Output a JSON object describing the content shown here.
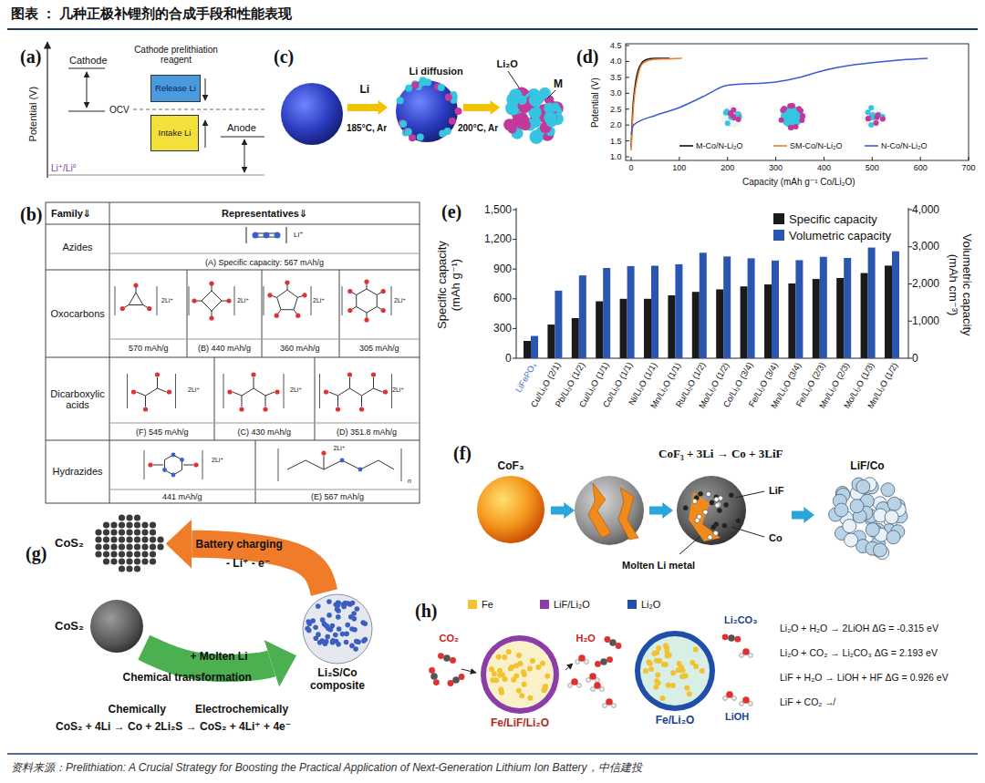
{
  "diagram": {
    "title": "图表 ： 几种正极补锂剂的合成手段和性能表现",
    "caption": "资料来源：Prelithiation: A Crucial Strategy for Boosting the Practical Application of Next-Generation Lithium Ion Battery，中信建投",
    "nodes": [
      {
        "text": [
          "Release Li"
        ]
      },
      {
        "text": [
          "Intake Li"
        ]
      },
      {
        "text": [
          "CoF₃"
        ]
      },
      {
        "text": [
          "LiF/Co"
        ]
      },
      {
        "text": [
          "CoS₂"
        ]
      },
      {
        "text": [
          "CoS₂"
        ]
      },
      {
        "text": [
          "Li₂S/Co composite"
        ]
      },
      {
        "text": [
          "Fe/LiF/Li₂O"
        ]
      },
      {
        "text": [
          "Fe/Li₂O"
        ]
      }
    ],
    "edges": [
      {
        "from": 5,
        "to": 6,
        "arrow": "to"
      },
      {
        "from": 6,
        "to": 4,
        "arrow": "to"
      }
    ],
    "labels": [
      "(a)",
      "Potential (V)",
      "Cathode",
      "Cathode prelithiation reagent",
      "OCV",
      "Anode",
      "Li⁺/Li⁰",
      "(b)",
      "Family⇓",
      "Representatives⇓",
      "Azides",
      "Li⁺",
      "(A) Specific capacity: 567 mAh/g",
      "Oxocarbons",
      "2Li⁺",
      "2Li⁺",
      "2Li⁺",
      "2Li⁺",
      "570 mAh/g",
      "(B) 440 mAh/g",
      "360 mAh/g",
      "305 mAh/g",
      "Dicarboxylic acids",
      "2Li⁺",
      "2Li⁺",
      "2Li⁺",
      "(F) 545 mAh/g",
      "(C) 430 mAh/g",
      "(D) 351.8 mAh/g",
      "Hydrazides",
      "2Li⁺",
      "2Li⁺",
      "441 mAh/g",
      "(E) 567 mAh/g",
      "n",
      "(c)",
      "Li",
      "Li diffusion",
      "185°C, Ar",
      "200°C, Ar",
      "Li₂O",
      "M",
      "(d)",
      "Potential (V)",
      "4.5",
      "4.0",
      "3.5",
      "3.0",
      "2.5",
      "2.0",
      "1.5",
      "1.0",
      "0",
      "100",
      "200",
      "300",
      "400",
      "500",
      "600",
      "700",
      "Capacity (mAh g⁻¹ Co/Li₂O)",
      "(e)",
      "Specific capacity (mAh g⁻¹)",
      "Volumetric capacity (mAh cm⁻³)",
      "1,500",
      "1,200",
      "900",
      "600",
      "300",
      "0",
      "4,000",
      "3,000",
      "2,000",
      "1,000",
      "0",
      "LiFePO₄",
      "Cu/Li₂O (2/1)",
      "Pb/Li₂O (1/2)",
      "Cu/Li₂O (1/1)",
      "Co/Li₂O (1/1)",
      "Ni/Li₂O (1/1)",
      "Mn/Li₂O (1/1)",
      "Ru/Li₂O (1/2)",
      "Mo/Li₂O (1/2)",
      "Co/Li₂O (3/4)",
      "Fe/Li₂O (3/4)",
      "Mn/Li₂O (3/4)",
      "Fe/Li₂O (2/3)",
      "Mn/Li₂O (2/3)",
      "Mo/Li₂O (1/3)",
      "Mn/Li₂O (1/2)",
      "(f)",
      "CoF₃ + 3Li → Co + 3LiF",
      "LiF",
      "Co",
      "Molten Li metal",
      "(g)",
      "Battery charging",
      "- Li⁺ - e⁻",
      "+ Molten Li",
      "Chemical transformation",
      "Chemically",
      "Electrochemically",
      "CoS₂ + 4Li → Co + 2Li₂S → CoS₂ + 4Li⁺ + 4e⁻",
      "(h)",
      "CO₂",
      "H₂O",
      "Li₂CO₃",
      "LiOH",
      "Li₂O + H₂O → 2LiOH ΔG = -0.315 eV",
      "Li₂O + CO₂ → Li₂CO₃ ΔG = 2.193 eV",
      "LiF + H₂O → LiOH + HF ΔG = 0.926 eV",
      "LiF + CO₂ ↛"
    ],
    "legend": [
      {
        "text": "M-Co/N-Li₂O"
      },
      {
        "text": "SM-Co/N-Li₂O"
      },
      {
        "text": "N-Co/N-Li₂O"
      },
      {
        "text": "Specific capacity",
        "color": "#1a1a1a"
      },
      {
        "text": "Volumetric capacity",
        "color": "#2b56b0"
      },
      {
        "text": "Fe",
        "color": "#f2c230"
      },
      {
        "text": "LiF/Li₂O",
        "color": "#8b3ea8"
      },
      {
        "text": "Li₂O",
        "color": "#1f4fa8"
      }
    ]
  }
}
